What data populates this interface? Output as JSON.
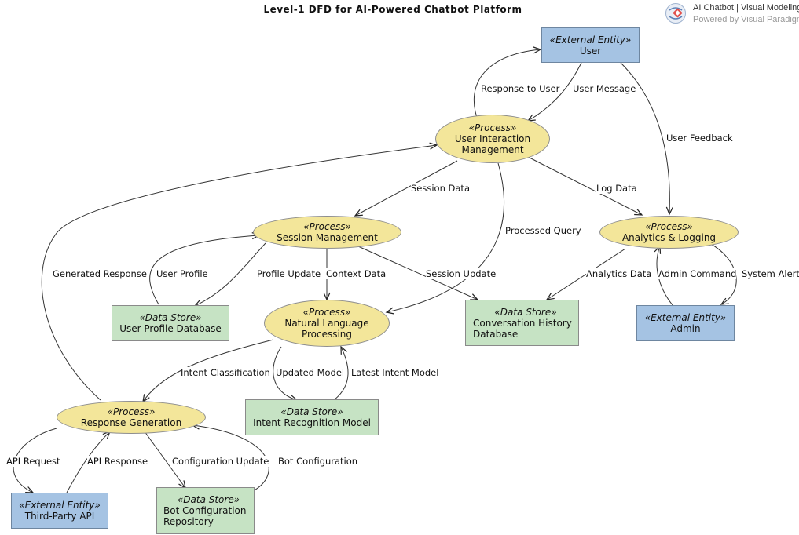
{
  "title": "Level-1 DFD for AI-Powered Chatbot Platform",
  "brand": {
    "line1": "AI Chatbot | Visual Modeling",
    "line2": "Powered by Visual Paradigm"
  },
  "stereotypes": {
    "process": "«Process»",
    "store": "«Data Store»",
    "entity": "«External Entity»"
  },
  "nodes": {
    "user": "User",
    "uim_1": "User Interaction",
    "uim_2": "Management",
    "session": "Session Management",
    "analytics": "Analytics & Logging",
    "nlp_1": "Natural Language",
    "nlp_2": "Processing",
    "profile_db": "User Profile Database",
    "conv_db_1": "Conversation History",
    "conv_db_2": "Database",
    "admin": "Admin",
    "response": "Response Generation",
    "intent_db": "Intent Recognition Model",
    "third_party": "Third-Party API",
    "bot_cfg_1": "Bot Configuration",
    "bot_cfg_2": "Repository"
  },
  "flows": {
    "response_to_user": "Response to User",
    "user_message": "User Message",
    "user_feedback": "User Feedback",
    "session_data": "Session Data",
    "log_data": "Log Data",
    "processed_query": "Processed Query",
    "generated_response": "Generated Response",
    "user_profile": "User Profile",
    "profile_update": "Profile Update",
    "context_data": "Context Data",
    "session_update": "Session Update",
    "analytics_data": "Analytics Data",
    "admin_command": "Admin Command",
    "system_alert": "System Alert",
    "intent_classification": "Intent Classification",
    "updated_model": "Updated Model",
    "latest_intent_model": "Latest Intent Model",
    "api_request": "API Request",
    "api_response": "API Response",
    "configuration_update": "Configuration Update",
    "bot_configuration": "Bot Configuration"
  }
}
